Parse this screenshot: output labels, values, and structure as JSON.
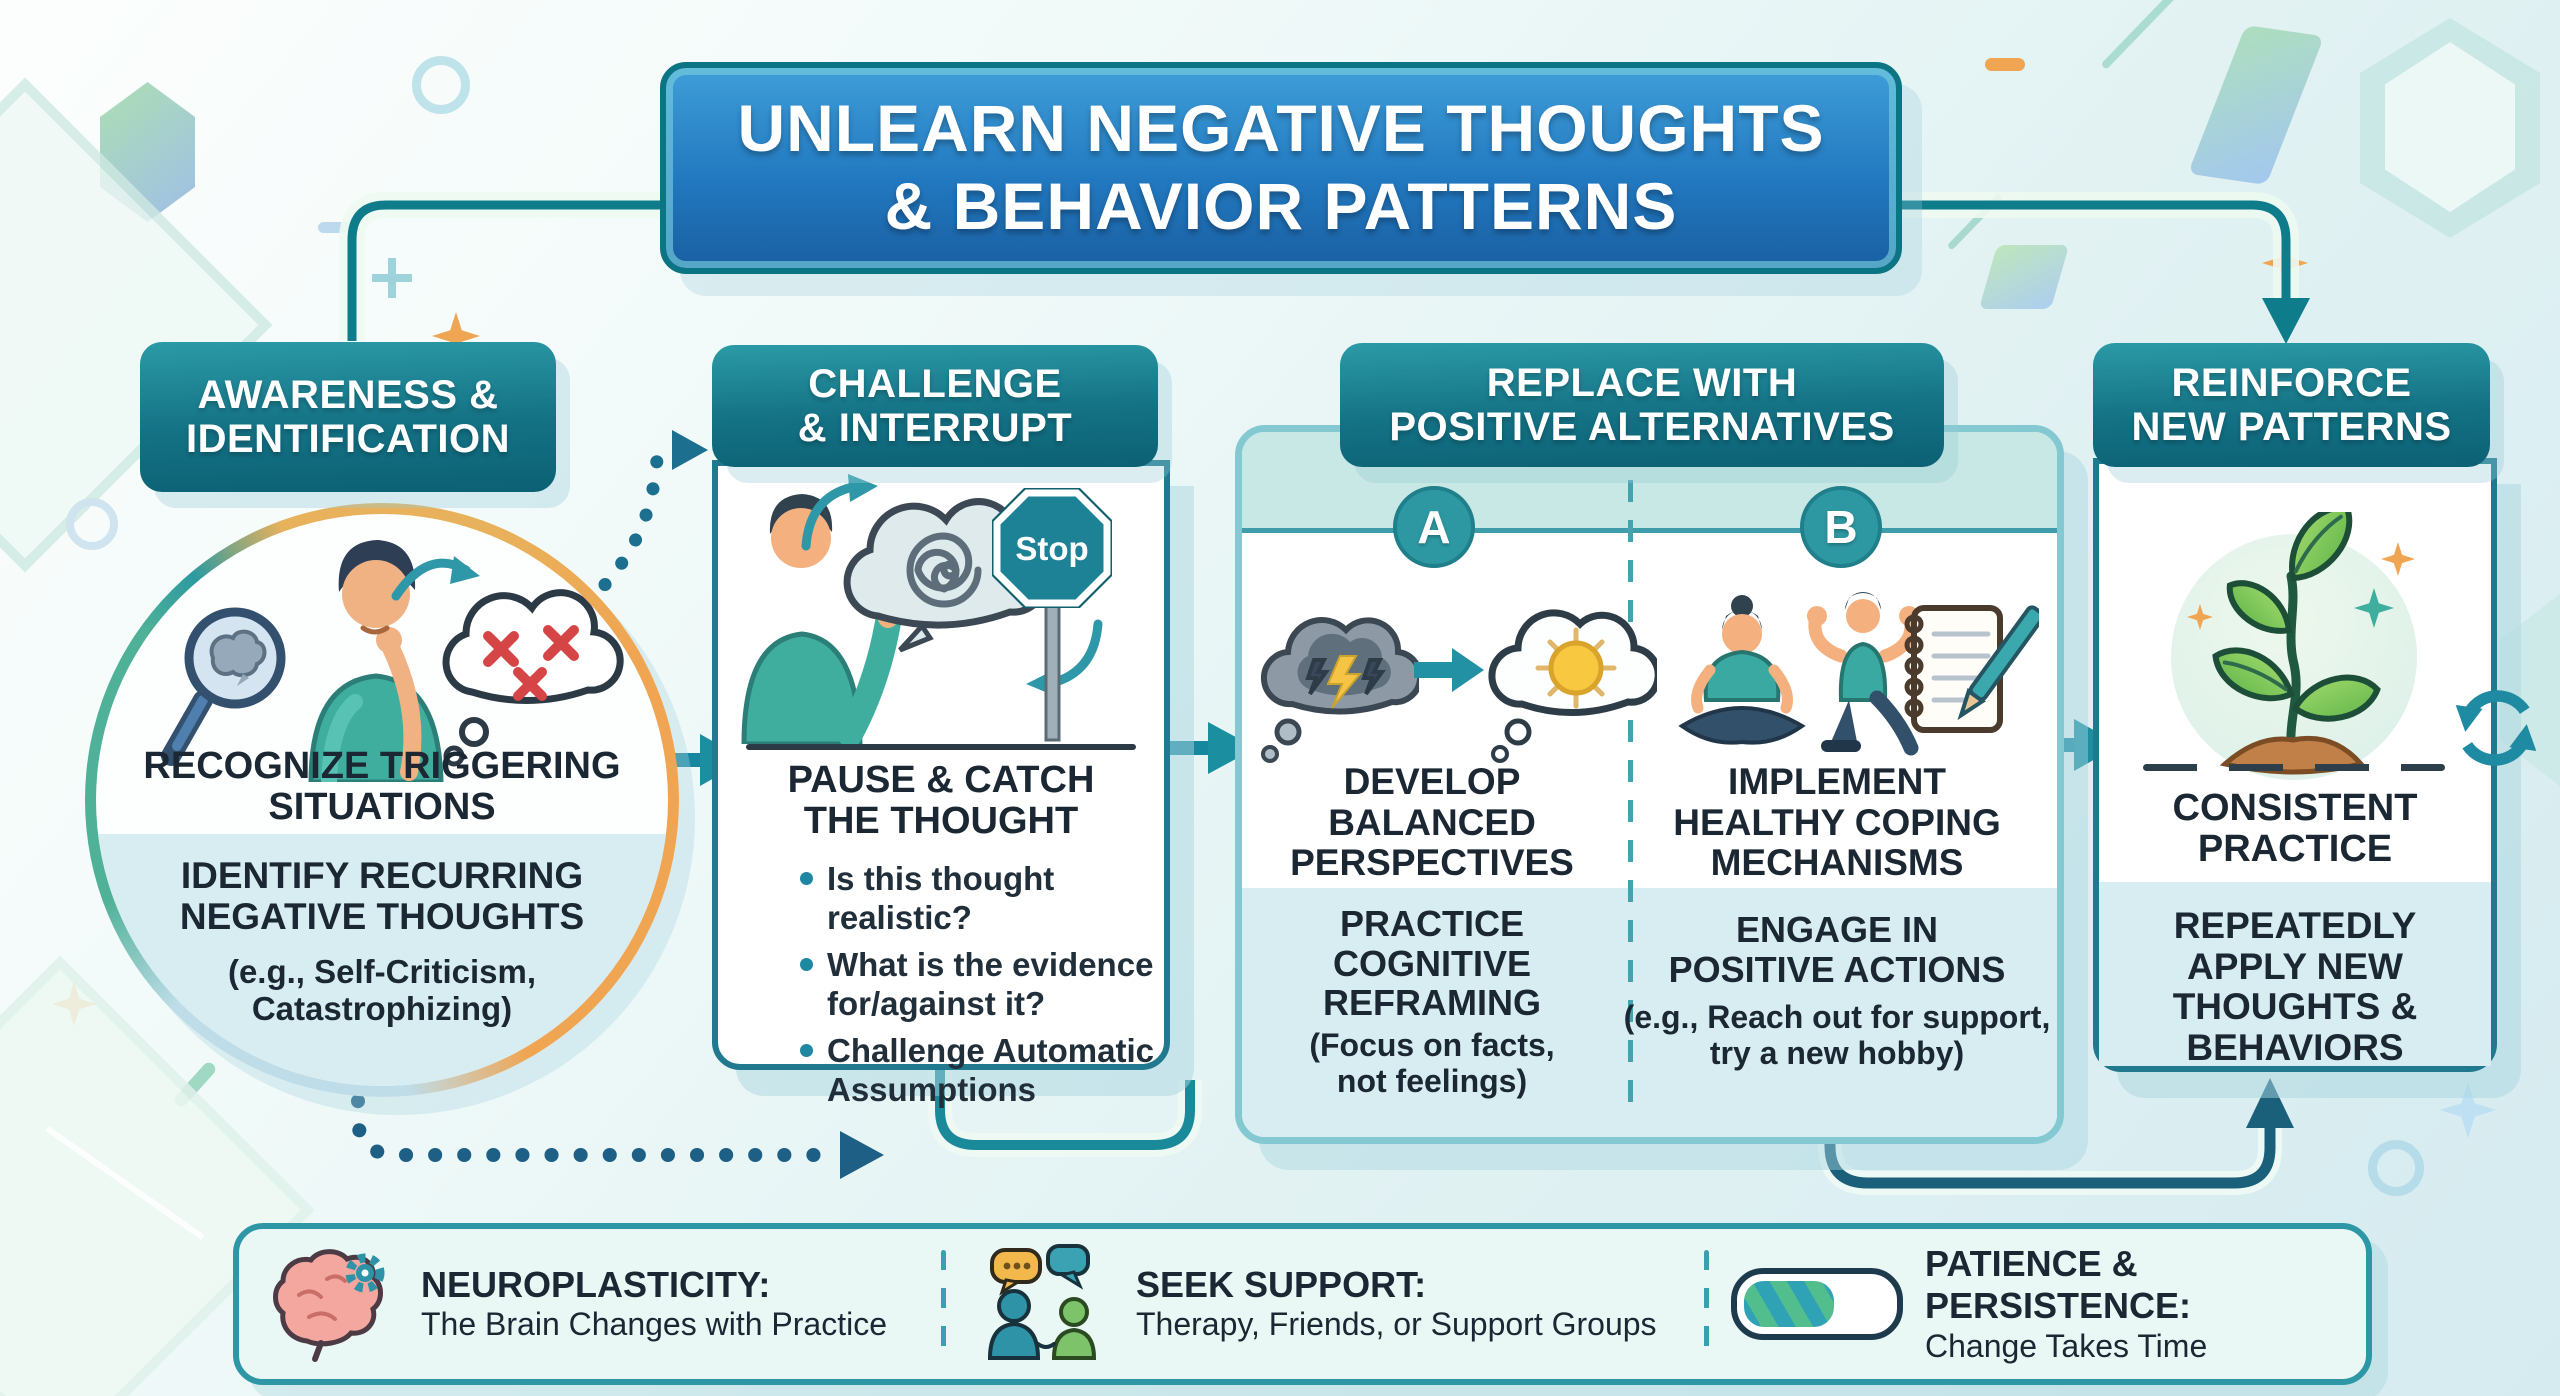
{
  "title": {
    "line1": "UNLEARN NEGATIVE THOUGHTS",
    "line2": "& BEHAVIOR PATTERNS"
  },
  "col1": {
    "header1": "AWARENESS &",
    "header2": "IDENTIFICATION",
    "heading": "RECOGNIZE TRIGGERING SITUATIONS",
    "sub": "IDENTIFY RECURRING NEGATIVE THOUGHTS",
    "note": "(e.g., Self-Criticism, Catastrophizing)"
  },
  "col2": {
    "header1": "CHALLENGE",
    "header2": "& INTERRUPT",
    "stop_label": "Stop",
    "heading": "PAUSE & CATCH THE THOUGHT",
    "bullets": [
      "Is this thought realistic?",
      "What is the evidence for/against it?",
      "Challenge Automatic Assumptions"
    ]
  },
  "col3": {
    "header1": "REPLACE WITH",
    "header2": "POSITIVE ALTERNATIVES",
    "a": {
      "badge": "A",
      "heading": "DEVELOP BALANCED PERSPECTIVES",
      "sub": "PRACTICE COGNITIVE REFRAMING",
      "note": "(Focus on facts, not feelings)"
    },
    "b": {
      "badge": "B",
      "heading": "IMPLEMENT HEALTHY COPING MECHANISMS",
      "sub": "ENGAGE IN POSITIVE ACTIONS",
      "note": "(e.g., Reach out for support, try a new hobby)"
    }
  },
  "col4": {
    "header1": "REINFORCE",
    "header2": "NEW PATTERNS",
    "heading": "CONSISTENT PRACTICE",
    "sub": "REPEATEDLY APPLY NEW THOUGHTS & BEHAVIORS"
  },
  "footer": {
    "items": [
      {
        "label": "NEUROPLASTICITY:",
        "desc": "The Brain Changes with Practice",
        "icon": "brain-gear-icon"
      },
      {
        "label": "SEEK SUPPORT:",
        "desc": "Therapy, Friends, or Support Groups",
        "icon": "support-people-icon"
      },
      {
        "label": "PATIENCE & PERSISTENCE:",
        "desc": "Change Takes Time",
        "icon": "progress-bar-icon"
      }
    ]
  },
  "icons": [
    "magnifier-brain-icon",
    "thinking-person-icon",
    "negative-thought-cloud-icon",
    "swirl-thought-cloud-icon",
    "stop-sign-icon",
    "storm-cloud-icon",
    "sun-cloud-icon",
    "meditation-icon",
    "exercise-icon",
    "journal-icon",
    "sprout-plant-icon",
    "repeat-cycle-icon",
    "brain-gear-icon",
    "support-people-icon",
    "progress-bar-icon"
  ],
  "colors": {
    "header_teal": "#147285",
    "title_blue": "#2279c0",
    "accent_orange": "#f0a552",
    "arrow_teal": "#1787a0",
    "light_panel": "#d7edf1",
    "text_dark": "#1b2733"
  },
  "progress_percent": 56
}
